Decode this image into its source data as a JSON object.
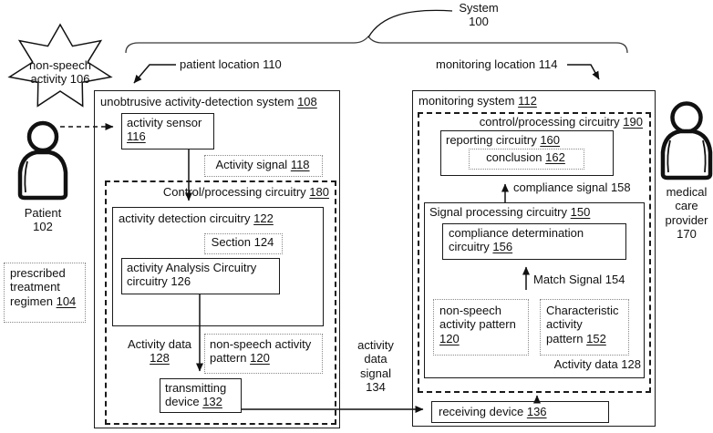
{
  "colors": {
    "ink": "#111111",
    "background": "#ffffff",
    "dotted_border": "#8a8a8a"
  },
  "icons": {
    "patient": "person-silhouette",
    "medical_care_provider": "person-silhouette",
    "non_speech_activity": "seven-point-burst-star",
    "system_brace": "horizontal-curly-brace"
  },
  "labels": {
    "system": "System\n100",
    "patient_location": "patient location 110",
    "monitoring_location": "monitoring location 114",
    "star": "non-speech\nactivity 106",
    "patient": "Patient\n102",
    "provider": "medical\ncare\nprovider\n170",
    "activity_data_signal": "activity\ndata\nsignal\n134",
    "prescribed": {
      "text": "prescribed treatment regimen",
      "num": "104"
    }
  },
  "left": {
    "system_box": {
      "text": "unobtrusive activity-detection system",
      "num": "108"
    },
    "activity_sensor": {
      "text": "activity sensor",
      "num": "116"
    },
    "activity_signal": {
      "text": "Activity signal",
      "num": "118"
    },
    "ctrl_circuitry": {
      "text": "Control/processing circuitry",
      "num": "180"
    },
    "detection": {
      "text": "activity detection circuitry",
      "num": "122"
    },
    "section": "Section 124",
    "analysis": {
      "l1": "activity Analysis Circuitry",
      "l2": "circuitry 126"
    },
    "activity_data": {
      "text": "Activity data",
      "num": "128"
    },
    "nonspeech_pattern": {
      "text": "non-speech activity",
      "text2": "pattern",
      "num": "120"
    },
    "transmitting": {
      "text": "transmitting device",
      "num": "132"
    }
  },
  "right": {
    "monitoring_system": {
      "text": "monitoring system",
      "num": "112"
    },
    "ctrl_circuitry": {
      "text": "control/processing circuitry",
      "num": "190"
    },
    "reporting": {
      "text": "reporting circuitry",
      "num": "160"
    },
    "conclusion": {
      "text": "conclusion",
      "num": "162"
    },
    "compliance_signal": "compliance signal 158",
    "signal_processing": {
      "text": "Signal processing circuitry",
      "num": "150"
    },
    "compliance_det": {
      "l1": "compliance determination",
      "l2": "circuitry",
      "num": "156"
    },
    "match_signal": "Match Signal 154",
    "nonspeech_pattern": {
      "l1": "non-speech",
      "l2": "activity pattern",
      "num": "120"
    },
    "characteristic": {
      "l1": "Characteristic",
      "l2": "activity",
      "l3": "pattern",
      "num": "152"
    },
    "activity_data": "Activity data 128",
    "receiving": {
      "text": "receiving device",
      "num": "136"
    }
  }
}
